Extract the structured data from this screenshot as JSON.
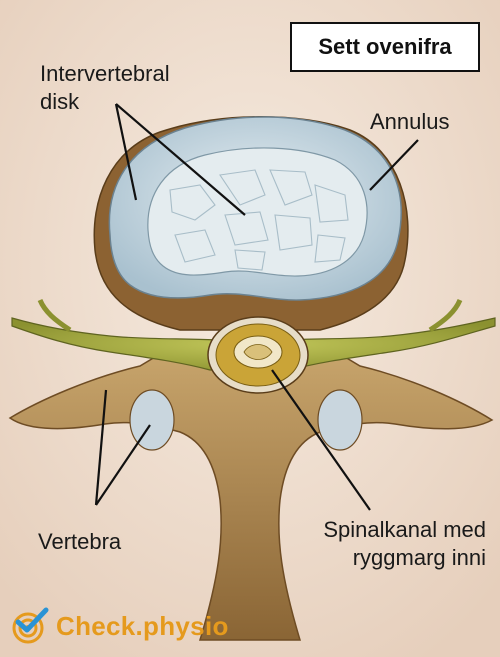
{
  "title": "Sett ovenifra",
  "labels": {
    "intervertebral_disk_line1": "Intervertebral",
    "intervertebral_disk_line2": "disk",
    "annulus": "Annulus",
    "vertebra": "Vertebra",
    "spinal_canal_line1": "Spinalkanal med",
    "spinal_canal_line2": "ryggmarg inni"
  },
  "brand": {
    "name": "Check.physio",
    "icon": "checkmark-target-icon",
    "color": "#e59a1d"
  },
  "colors": {
    "background": "#eedccd",
    "disk_annulus": "#b8cbd6",
    "disk_nucleus": "#dfe8ec",
    "bone": "#b08a55",
    "nerve": "#a7ad3f"
  }
}
